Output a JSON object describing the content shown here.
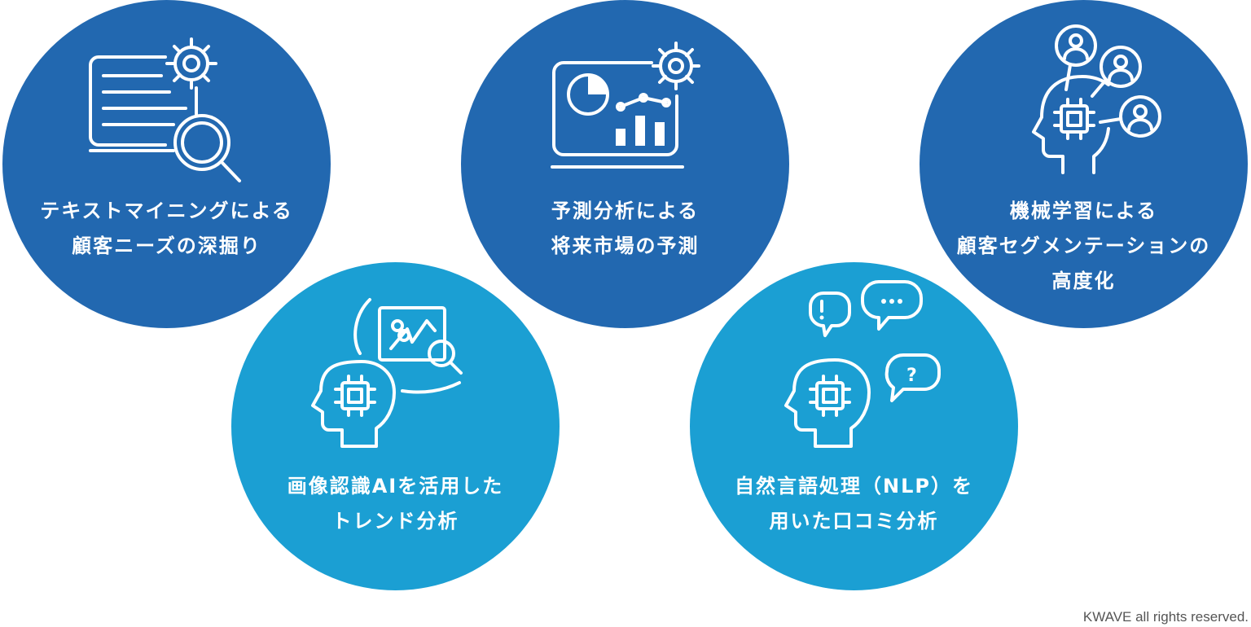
{
  "circles": [
    {
      "id": "text-mining",
      "color": "#2268b0",
      "icon": "document-gear-magnifier-icon",
      "lines": [
        "テキストマイニングによる",
        "顧客ニーズの深掘り"
      ]
    },
    {
      "id": "predictive-analysis",
      "color": "#2268b0",
      "icon": "dashboard-chart-gear-icon",
      "lines": [
        "予測分析による",
        "将来市場の予測"
      ]
    },
    {
      "id": "machine-learning",
      "color": "#2268b0",
      "icon": "ai-head-users-network-icon",
      "lines": [
        "機械学習による",
        "顧客セグメンテーションの",
        "高度化"
      ]
    },
    {
      "id": "image-recognition",
      "color": "#1b9fd3",
      "icon": "ai-head-image-search-icon",
      "lines": [
        "画像認識AIを活用した",
        "トレンド分析"
      ]
    },
    {
      "id": "nlp",
      "color": "#1b9fd3",
      "icon": "ai-head-speech-bubbles-icon",
      "lines": [
        "自然言語処理（NLP）を",
        "用いた口コミ分析"
      ]
    }
  ],
  "footer": "KWAVE all rights reserved."
}
